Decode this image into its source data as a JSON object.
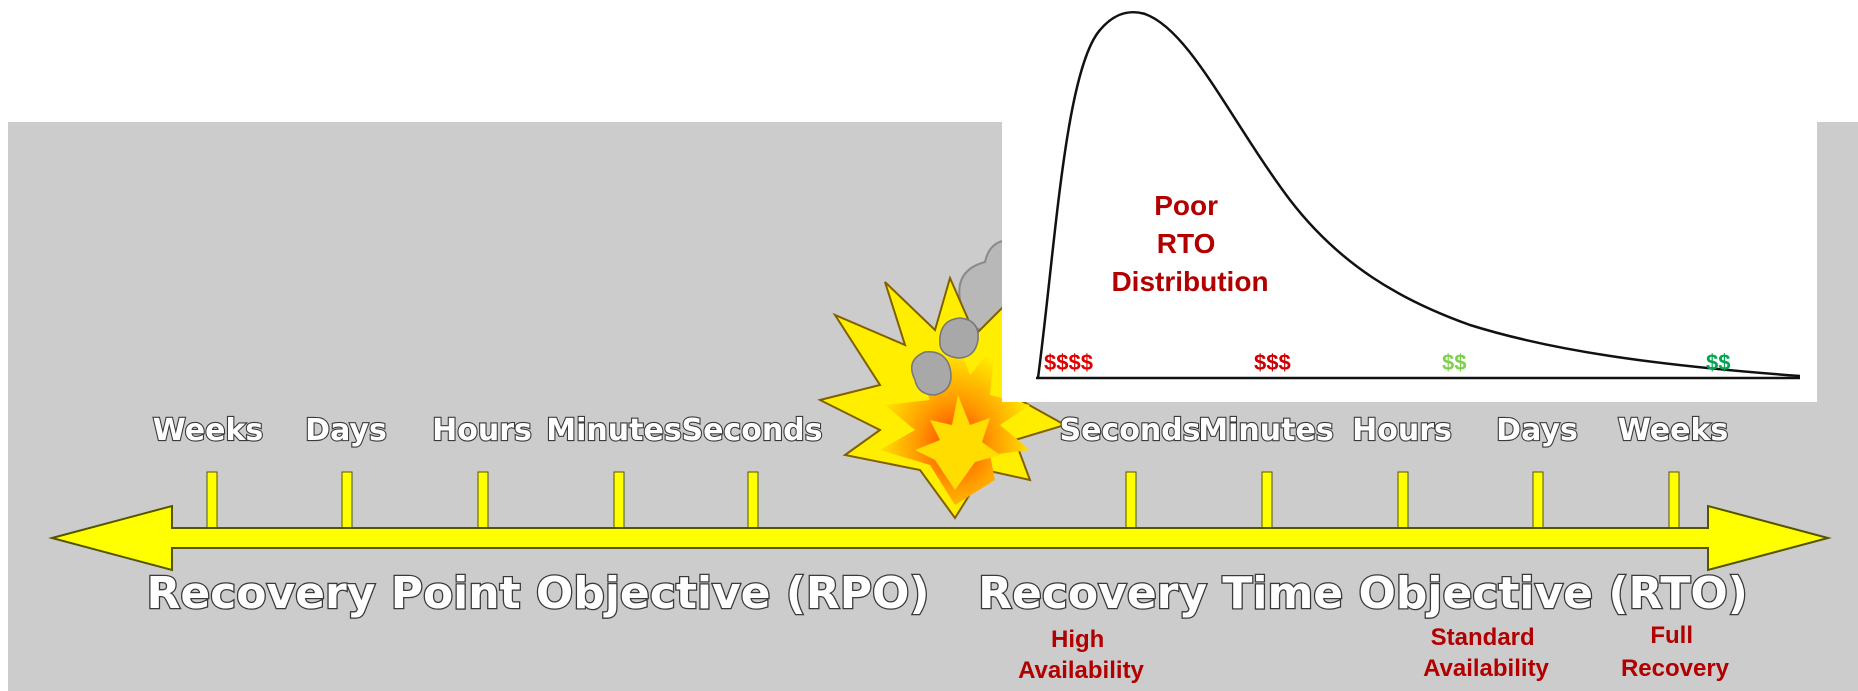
{
  "rpo_ticks": [
    "Weeks",
    "Days",
    "Hours",
    "Minutes",
    "Seconds"
  ],
  "rto_ticks": [
    "Seconds",
    "Minutes",
    "Hours",
    "Days",
    "Weeks"
  ],
  "rpo_title": "Recovery Point Objective (RPO)",
  "rto_title": "Recovery Time Objective (RTO)",
  "availability": {
    "high": [
      "High",
      "Availability"
    ],
    "standard": [
      "Standard",
      "Availability"
    ],
    "full": [
      "Full",
      "Recovery"
    ]
  },
  "distribution": {
    "label": [
      "Poor",
      "RTO",
      "Distribution"
    ],
    "costs": [
      {
        "text": "$$$$",
        "color": "#e00000"
      },
      {
        "text": "$$$",
        "color": "#cc0000"
      },
      {
        "text": "$$",
        "color": "#7cd34a"
      },
      {
        "text": "$$",
        "color": "#00a651"
      }
    ]
  },
  "colors": {
    "background": "#cccccc",
    "arrow": "#ffff00",
    "arrow_outline": "#555500",
    "label_red": "#b20000"
  }
}
